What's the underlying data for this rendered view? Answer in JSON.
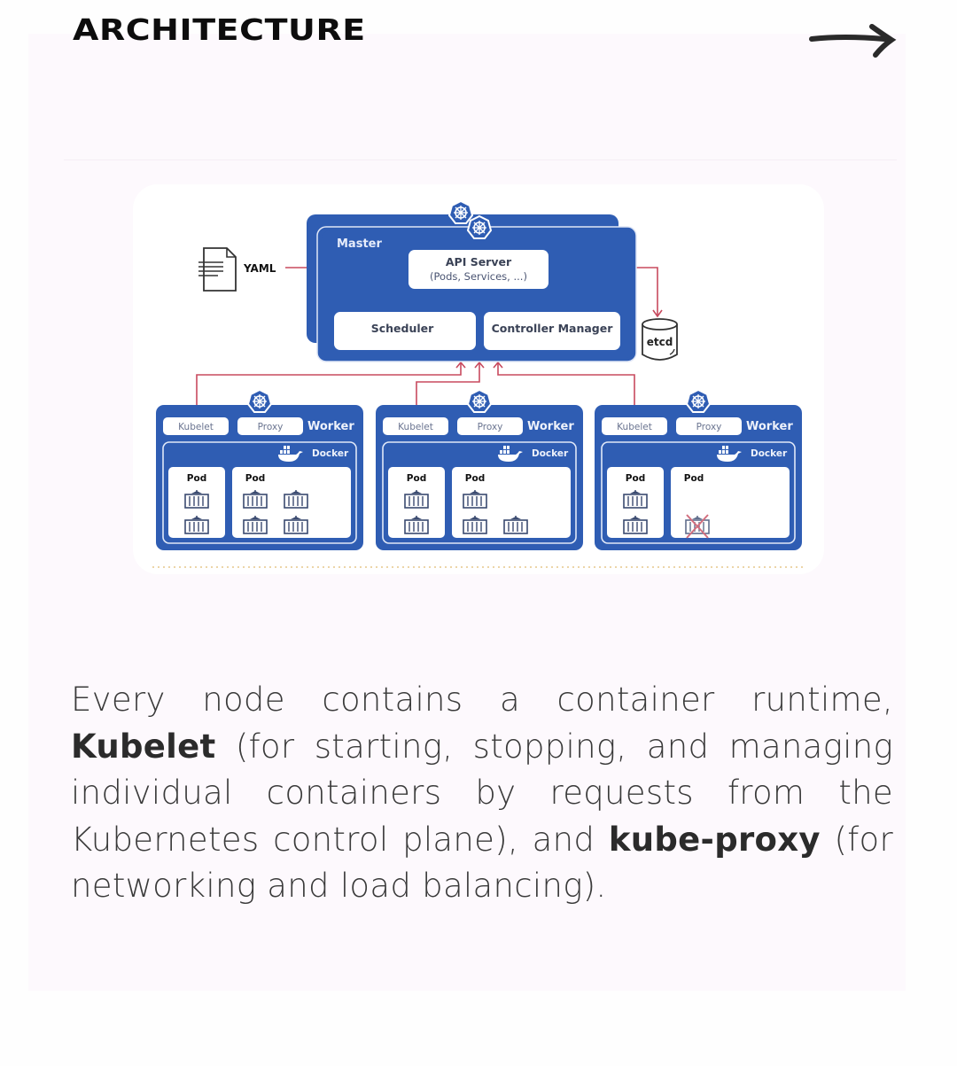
{
  "header": {
    "title": "ARCHITECTURE",
    "next_icon": "arrow-right-icon"
  },
  "diagram": {
    "yaml_label": "YAML",
    "master": {
      "label": "Master",
      "api_server_title": "API Server",
      "api_server_subtitle": "(Pods, Services, ...)",
      "scheduler": "Scheduler",
      "controller_manager": "Controller Manager"
    },
    "etcd_label": "etcd",
    "workers": [
      {
        "label": "Worker",
        "kubelet": "Kubelet",
        "proxy": "Proxy",
        "runtime": "Docker",
        "pods": [
          {
            "label": "Pod",
            "containers": 2,
            "failed": 0
          },
          {
            "label": "Pod",
            "containers": 4,
            "failed": 0
          }
        ]
      },
      {
        "label": "Worker",
        "kubelet": "Kubelet",
        "proxy": "Proxy",
        "runtime": "Docker",
        "pods": [
          {
            "label": "Pod",
            "containers": 2,
            "failed": 0
          },
          {
            "label": "Pod",
            "containers": 3,
            "failed": 0
          }
        ]
      },
      {
        "label": "Worker",
        "kubelet": "Kubelet",
        "proxy": "Proxy",
        "runtime": "Docker",
        "pods": [
          {
            "label": "Pod",
            "containers": 2,
            "failed": 0
          },
          {
            "label": "Pod",
            "containers": 0,
            "failed": 1
          }
        ]
      }
    ],
    "colors": {
      "node_blue": "#2f5db3",
      "box_white": "#ffffff",
      "line_red": "#c84a5e",
      "text_dark": "#3a4256"
    }
  },
  "body": {
    "p1": "Every node contains a container runtime, ",
    "kubelet": "Kubelet",
    "p2": " (for starting, stopping, and managing individual containers by requests from the Kubernetes control plane), and ",
    "kube_proxy": "kube-proxy",
    "p3": " (for networking and load balancing)."
  }
}
